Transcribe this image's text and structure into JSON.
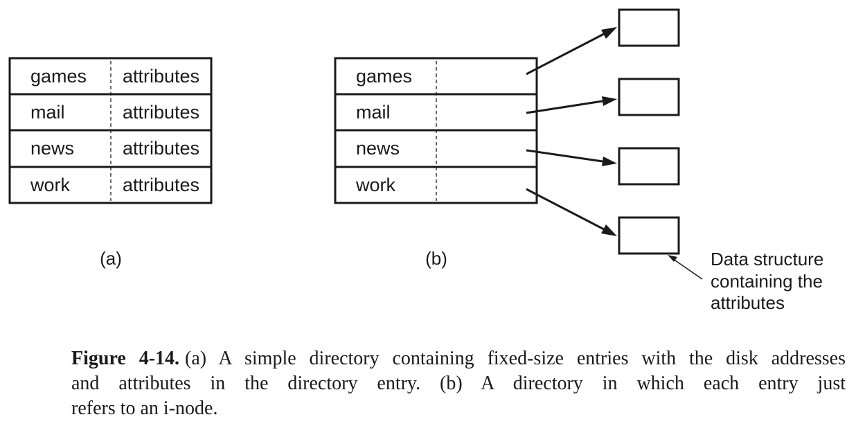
{
  "panel_a": {
    "rows": [
      {
        "name": "games",
        "value": "attributes"
      },
      {
        "name": "mail",
        "value": "attributes"
      },
      {
        "name": "news",
        "value": "attributes"
      },
      {
        "name": "work",
        "value": "attributes"
      }
    ],
    "label": "(a)"
  },
  "panel_b": {
    "rows": [
      {
        "name": "games"
      },
      {
        "name": "mail"
      },
      {
        "name": "news"
      },
      {
        "name": "work"
      }
    ],
    "label": "(b)",
    "annotation": [
      "Data structure",
      "containing the",
      "attributes"
    ]
  },
  "caption": {
    "label": "Figure 4-14.",
    "line1": "(a) A simple directory containing fixed-size entries with the disk addresses",
    "line2": "and attributes in the directory entry. (b) A directory in which each entry just",
    "line3": "refers to an i-node."
  }
}
